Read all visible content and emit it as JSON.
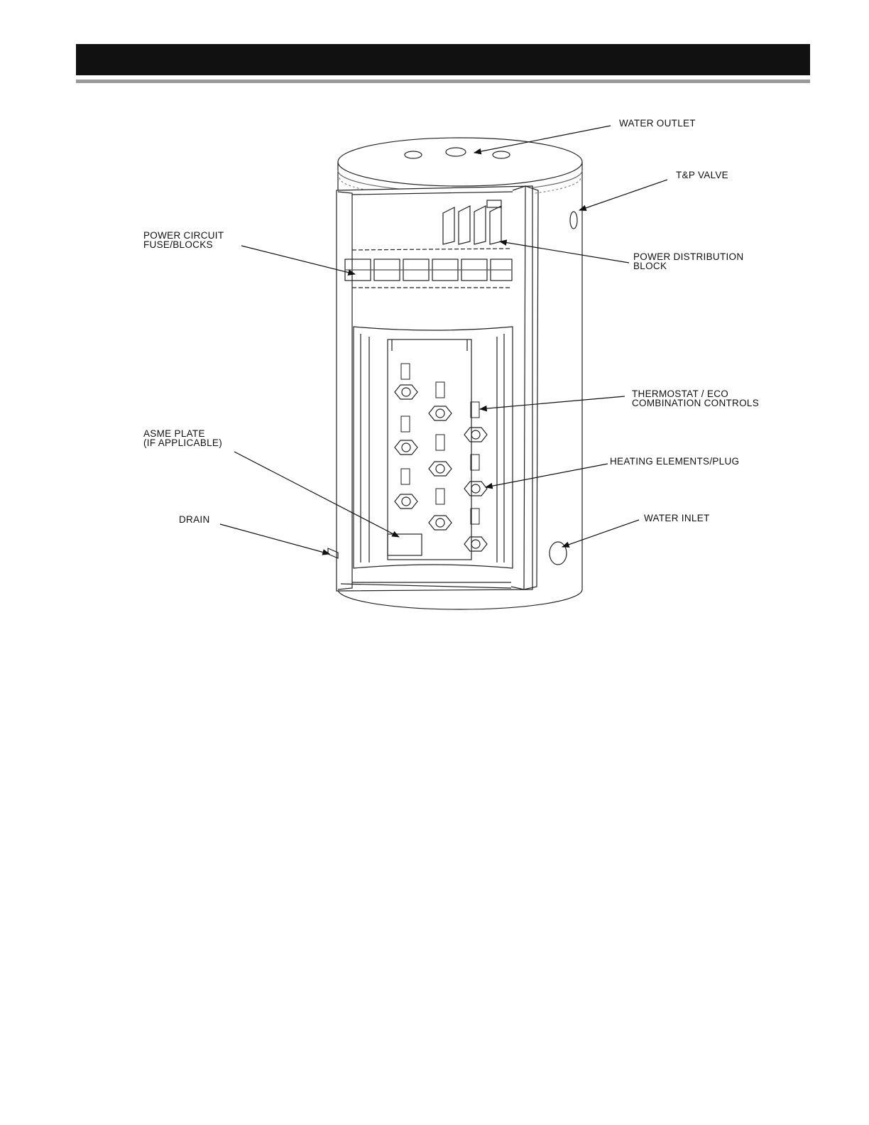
{
  "labels": {
    "water_outlet": "WATER OUTLET",
    "tp_valve": "T&P VALVE",
    "power_circuit": [
      "POWER CIRCUIT",
      "FUSE/BLOCKS"
    ],
    "power_distribution": [
      "POWER DISTRIBUTION",
      "BLOCK"
    ],
    "thermostat": [
      "THERMOSTAT / ECO",
      "COMBINATION CONTROLS"
    ],
    "asme_plate": [
      "ASME PLATE",
      "(IF APPLICABLE)"
    ],
    "heating_elements": "HEATING ELEMENTS/PLUG",
    "drain": "DRAIN",
    "water_inlet": "WATER INLET"
  }
}
